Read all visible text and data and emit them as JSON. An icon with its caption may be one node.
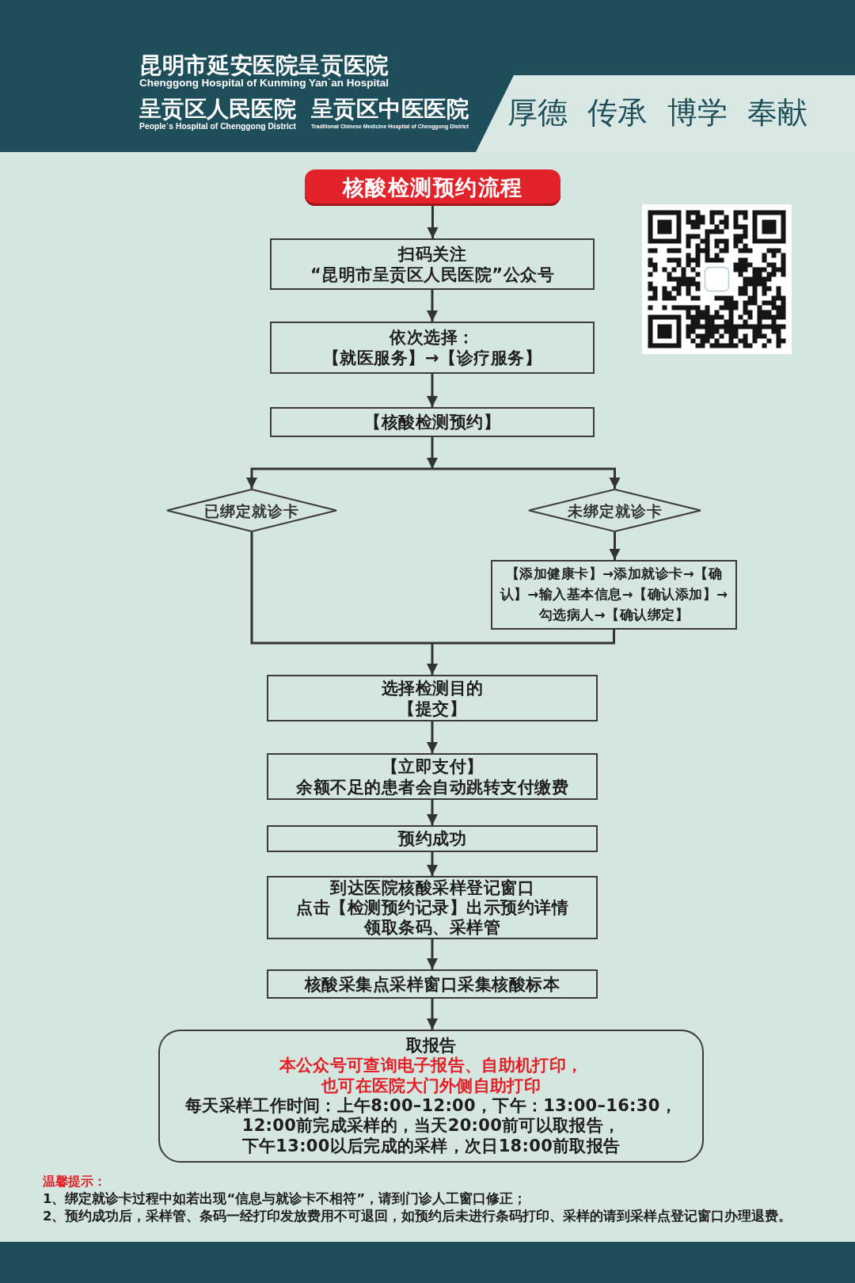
{
  "diagram": {
    "nodes": [
      {
        "text": [
          "核酸检测预约流程"
        ]
      },
      {
        "text": [
          "扫码关注",
          "“昆明市呈贡区人民医院”公众号"
        ]
      },
      {
        "text": [
          "依次选择：",
          "【就医服务】→【诊疗服务】"
        ]
      },
      {
        "text": [
          "【核酸检测预约】"
        ]
      },
      {
        "text": [
          "已绑定就诊卡"
        ]
      },
      {
        "text": [
          "未绑定就诊卡"
        ]
      },
      {
        "text": [
          "【添加健康卡】→添加就诊卡→【确认】→输入基本信息→【确认添加】→勾选病人→【确认绑定】"
        ]
      },
      {
        "text": [
          "选择检测目的",
          "【提交】"
        ]
      },
      {
        "text": [
          "【立即支付】",
          "余额不足的患者会自动跳转支付缴费"
        ]
      },
      {
        "text": [
          "预约成功"
        ]
      },
      {
        "text": [
          "到达医院核酸采样登记窗口",
          "点击【检测预约记录】出示预约详情",
          "领取条码、采样管"
        ]
      },
      {
        "text": [
          "核酸采集点采样窗口采集核酸标本"
        ]
      },
      {
        "text": [
          "取报告",
          "本公众号可查询电子报告、自助机打印，也可在医院大门外侧自助打印",
          "每天采样工作时间：上午8:00–12:00，下午：13:00–16:30，",
          "12:00前完成采样的，当天20:00前可以取报告，",
          "下午13:00以后完成的采样，次日18:00前取报告"
        ]
      }
    ],
    "edges": [
      {
        "from": 0,
        "to": 1,
        "arrow": "to"
      },
      {
        "from": 1,
        "to": 2,
        "arrow": "to"
      },
      {
        "from": 2,
        "to": 3,
        "arrow": "to"
      },
      {
        "from": 3,
        "to": 4,
        "arrow": "to"
      },
      {
        "from": 3,
        "to": 5,
        "arrow": "to"
      },
      {
        "from": 5,
        "to": 6,
        "arrow": "to"
      },
      {
        "from": 4,
        "to": 7,
        "arrow": "to"
      },
      {
        "from": 6,
        "to": 7,
        "arrow": "to"
      },
      {
        "from": 7,
        "to": 8,
        "arrow": "to"
      },
      {
        "from": 8,
        "to": 9,
        "arrow": "to"
      },
      {
        "from": 9,
        "to": 10,
        "arrow": "to"
      },
      {
        "from": 10,
        "to": 11,
        "arrow": "to"
      },
      {
        "from": 11,
        "to": 12,
        "arrow": "to"
      }
    ],
    "labels": [
      "昆明市延安医院呈贡医院",
      "Chenggong Hospital of Kunming Yan`an Hospital",
      "呈贡区人民医院",
      "People`s Hospital of Chenggong District",
      "呈贡区中医医院",
      "Traditional Chinese Medicine Hospital of Chenggong District",
      "厚德 传承 博学 奉献",
      "温馨提示：",
      "1、绑定就诊卡过程中如若出现“信息与就诊卡不相符”，请到门诊人工窗口修正；",
      "2、预约成功后，采样管、条码一经打印发放费用不可退回，如预约后未进行条码打印、采样的请到采样点登记窗口办理退费。"
    ]
  }
}
